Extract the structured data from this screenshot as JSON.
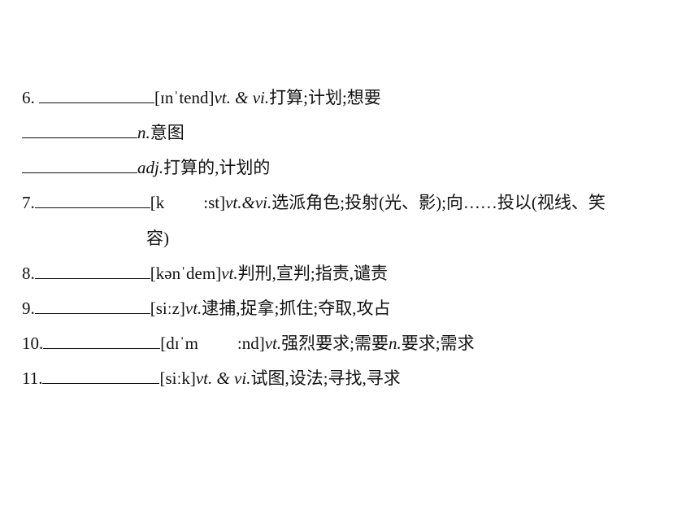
{
  "entries": [
    {
      "num": "6. ",
      "phon": "[ɪnˈtend]",
      "pos": "vt. & vi.",
      "meaning": "打算;计划;想要"
    },
    {
      "pos": "n.",
      "meaning": "意图"
    },
    {
      "pos": "adj.",
      "meaning": "打算的,计划的"
    },
    {
      "num": "7.",
      "phon_a": "[k",
      "phon_b": ":st]",
      "pos": "vt.&vi.",
      "meaning": "选派角色;投射(光、影);向……投以(视线、笑",
      "meaning_cont": "容)"
    },
    {
      "num": "8.",
      "phon": "[kənˈdem]",
      "pos": "vt.",
      "meaning": "判刑,宣判;指责,谴责"
    },
    {
      "num": "9.",
      "phon": "[siːz]",
      "pos": "vt.",
      "meaning": "逮捕,捉拿;抓住;夺取,攻占"
    },
    {
      "num": "10.",
      "phon_a": "[dɪˈm",
      "phon_b": ":nd]",
      "pos": "vt.",
      "meaning_a": "强烈要求;需要",
      "pos2": "n.",
      "meaning_b": "要求;需求"
    },
    {
      "num": "11.",
      "phon": "[siːk]",
      "pos": "vt. & vi.",
      "meaning": "试图,设法;寻找,寻求"
    }
  ]
}
